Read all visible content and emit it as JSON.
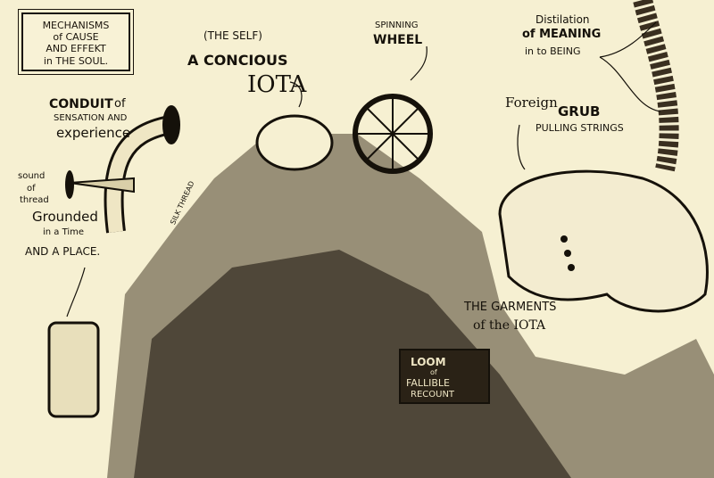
{
  "title": {
    "line1": "MECHANISMS",
    "line2": "of CAUSE",
    "line3": "AND EFFEKT",
    "line4": "in THE SOUL."
  },
  "labels": {
    "the_self": "(THE SELF)",
    "conscious": "A CONCIOUS",
    "iota": "IOTA",
    "spinning": "SPINNING",
    "wheel": "WHEEL",
    "distilation": "Distilation",
    "of_meaning": "of MEANING",
    "into_being": "in to BEING",
    "foreign": "Foreign",
    "grub": "GRUB",
    "pulling": "PULLING STRINGS",
    "conduit": "CONDUIT",
    "conduit_of": "of",
    "sensation": "SENSATION AND",
    "experience": "experience",
    "sound": "sound",
    "sound_of": "of",
    "thread": "thread",
    "grounded": "Grounded",
    "in_a_time": "in a Time",
    "and_a_place": "AND A PLACE.",
    "silk_thread": "SILK THREAD",
    "garments": "THE GARMENTS",
    "of_the_iota": "of the IOTA",
    "loom": "LOOM",
    "loom_of": "of",
    "fallible": "FALLIBLE",
    "recount": "RECOUNT"
  }
}
